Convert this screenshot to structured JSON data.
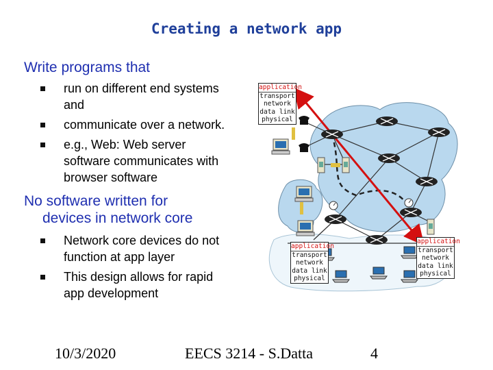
{
  "slide": {
    "title": "Creating a network app",
    "section1": {
      "heading": "Write programs that",
      "bullets": [
        [
          "run on different end systems",
          "and"
        ],
        [
          "communicate over a network."
        ],
        [
          "e.g., Web: Web server",
          "software communicates with",
          "browser software"
        ]
      ]
    },
    "section2": {
      "heading_lines": [
        "No software written for",
        "devices in network core"
      ],
      "bullets": [
        [
          "Network core devices do not",
          "function at app layer"
        ],
        [
          "This design allows for rapid",
          "app development"
        ]
      ]
    },
    "footer": {
      "date": "10/3/2020",
      "course": "EECS 3214 - S.Datta",
      "page": "4"
    }
  },
  "protocol_stack": {
    "layers": [
      "application",
      "transport",
      "network",
      "data link",
      "physical"
    ]
  },
  "colors": {
    "title": "#1f3f9a",
    "heading": "#1f2fb0",
    "application_layer": "#d41010",
    "arrow": "#d41010",
    "network_cloud": "#b9d8ee",
    "router": "#1a1a1a"
  },
  "icons": [
    "router-icon",
    "server-icon",
    "desktop-computer-icon",
    "laptop-icon",
    "telephone-icon",
    "cellphone-icon"
  ]
}
